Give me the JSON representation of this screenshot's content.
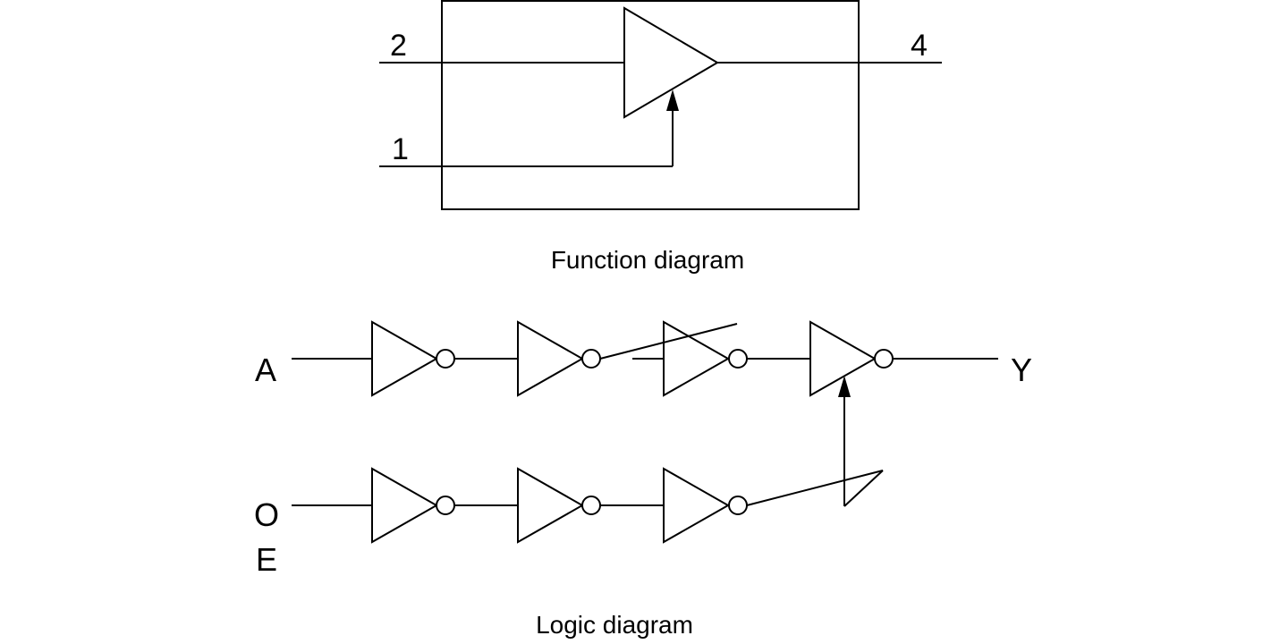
{
  "function_diagram": {
    "caption": "Function diagram",
    "pins": {
      "input": "2",
      "enable": "1",
      "output": "4"
    }
  },
  "logic_diagram": {
    "caption": "Logic diagram",
    "signals": {
      "input": "A",
      "enable_line1": "O",
      "enable_line2": "E",
      "output": "Y"
    }
  },
  "colors": {
    "stroke": "#000000",
    "background": "#ffffff"
  }
}
